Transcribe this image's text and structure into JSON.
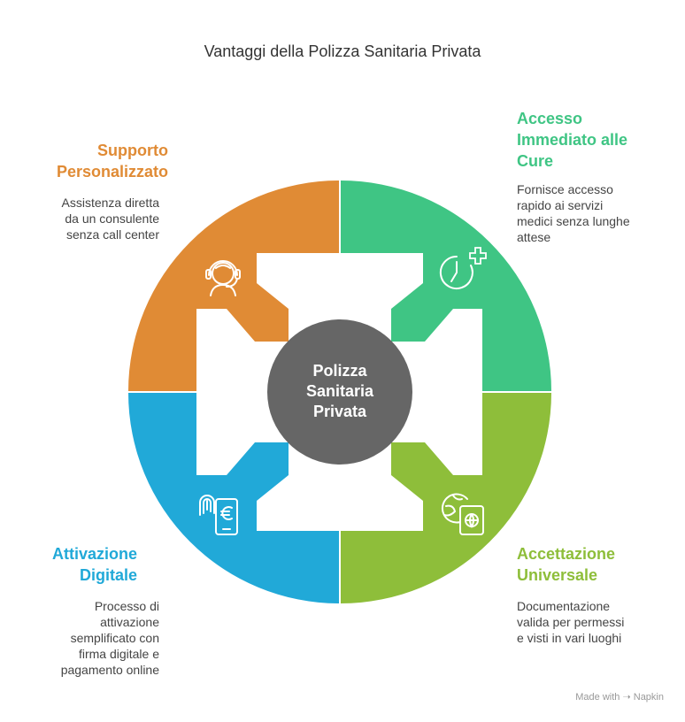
{
  "title": "Vantaggi della Polizza Sanitaria Privata",
  "center": {
    "line1": "Polizza",
    "line2": "Sanitaria",
    "line3": "Privata"
  },
  "colors": {
    "center": "#666666",
    "supporto": "#E08B35",
    "accesso": "#3FC584",
    "accettazione": "#8EBE3A",
    "attivazione": "#21A9D8"
  },
  "segments": {
    "supporto": {
      "title_line1": "Supporto",
      "title_line2": "Personalizzato",
      "desc_line1": "Assistenza diretta",
      "desc_line2": "da un consulente",
      "desc_line3": "senza call center",
      "icon": "operator-headset-icon"
    },
    "accesso": {
      "title_line1": "Accesso",
      "title_line2": "Immediato alle",
      "title_line3": "Cure",
      "desc_line1": "Fornisce accesso",
      "desc_line2": "rapido ai servizi",
      "desc_line3": "medici senza lunghe",
      "desc_line4": "attese",
      "icon": "clock-plus-icon"
    },
    "accettazione": {
      "title_line1": "Accettazione",
      "title_line2": "Universale",
      "desc_line1": "Documentazione",
      "desc_line2": "valida per permessi",
      "desc_line3": "e visti in vari luoghi",
      "icon": "globe-passport-icon"
    },
    "attivazione": {
      "title_line1": "Attivazione",
      "title_line2": "Digitale",
      "desc_line1": "Processo di",
      "desc_line2": "attivazione",
      "desc_line3": "semplificato con",
      "desc_line4": "firma digitale e",
      "desc_line5": "pagamento online",
      "icon": "fingerprint-phone-euro-icon"
    }
  },
  "footer": {
    "made_with": "Made with",
    "brand": "Napkin"
  }
}
